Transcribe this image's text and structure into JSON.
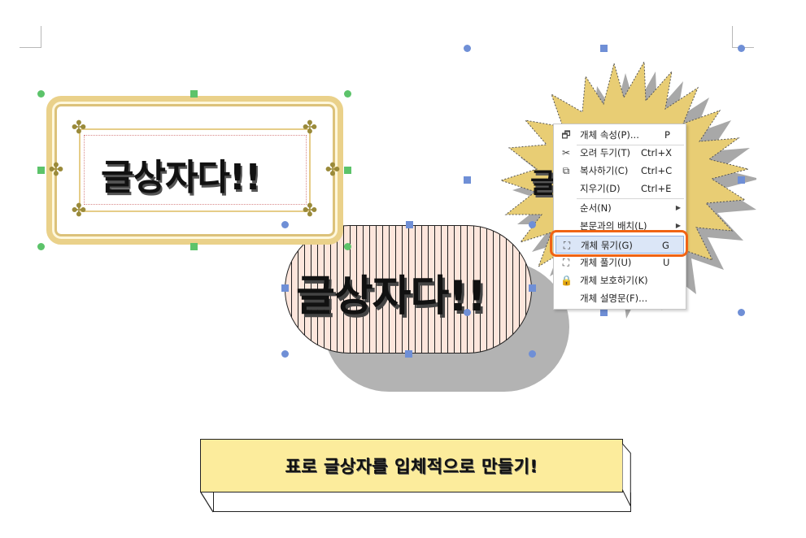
{
  "textboxes": {
    "frame_text": "글상자다!!",
    "pill_text": "글상자다!!",
    "star_text_partial": "글"
  },
  "banner": {
    "text": "표로 글상자를 입체적으로 만들기!"
  },
  "context_menu": {
    "items": [
      {
        "label": "개체 속성(P)...",
        "shortcut": "P",
        "icon": "properties-icon"
      },
      {
        "label": "오려 두기(T)",
        "shortcut": "Ctrl+X",
        "icon": "scissors-icon"
      },
      {
        "label": "복사하기(C)",
        "shortcut": "Ctrl+C",
        "icon": "copy-icon"
      },
      {
        "label": "지우기(D)",
        "shortcut": "Ctrl+E",
        "icon": ""
      },
      {
        "label": "순서(N)",
        "shortcut": "",
        "icon": "",
        "submenu": true
      },
      {
        "label": "본문과의 배치(L)",
        "shortcut": "",
        "icon": "",
        "submenu": true
      },
      {
        "label": "개체 묶기(G)",
        "shortcut": "G",
        "icon": "group-objects-icon",
        "highlighted": true
      },
      {
        "label": "개체 풀기(U)",
        "shortcut": "U",
        "icon": "ungroup-objects-icon"
      },
      {
        "label": "개체 보호하기(K)",
        "shortcut": "",
        "icon": "lock-icon"
      },
      {
        "label": "개체 설명문(F)...",
        "shortcut": "",
        "icon": ""
      }
    ]
  },
  "colors": {
    "highlight_ring": "#f06414",
    "banner_fill": "#fcec9c",
    "star_fill": "#e8cd74",
    "pill_fill": "#fde6dc",
    "selection_blue": "#6f8fd6",
    "selection_green": "#5cc36a"
  }
}
